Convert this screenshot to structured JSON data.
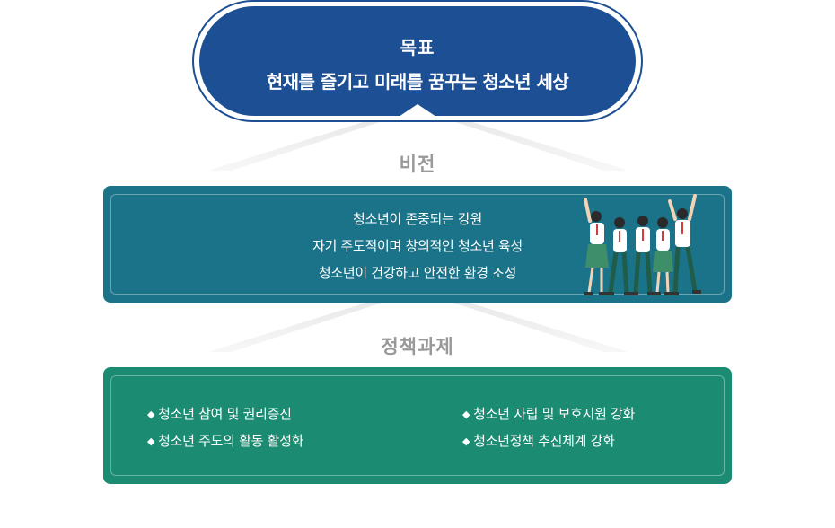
{
  "goal": {
    "title": "목표",
    "text": "현재를 즐기고 미래를 꿈꾸는 청소년 세상"
  },
  "vision": {
    "label": "비전",
    "lines": [
      "청소년이 존중되는 강원",
      "자기 주도적이며 창의적인 청소년 육성",
      "청소년이 건강하고 안전한 환경 조성"
    ]
  },
  "tasks": {
    "label": "정책과제",
    "bullet": "◆",
    "items": [
      "청소년 참여 및 권리증진",
      "청소년 자립 및 보호지원 강화",
      "청소년 주도의 활동 활성화",
      "청소년정책 추진체계 강화"
    ]
  },
  "colors": {
    "goal": "#1c4f93",
    "vision": "#1a7388",
    "tasks": "#1b8c72",
    "label": "#999999"
  }
}
